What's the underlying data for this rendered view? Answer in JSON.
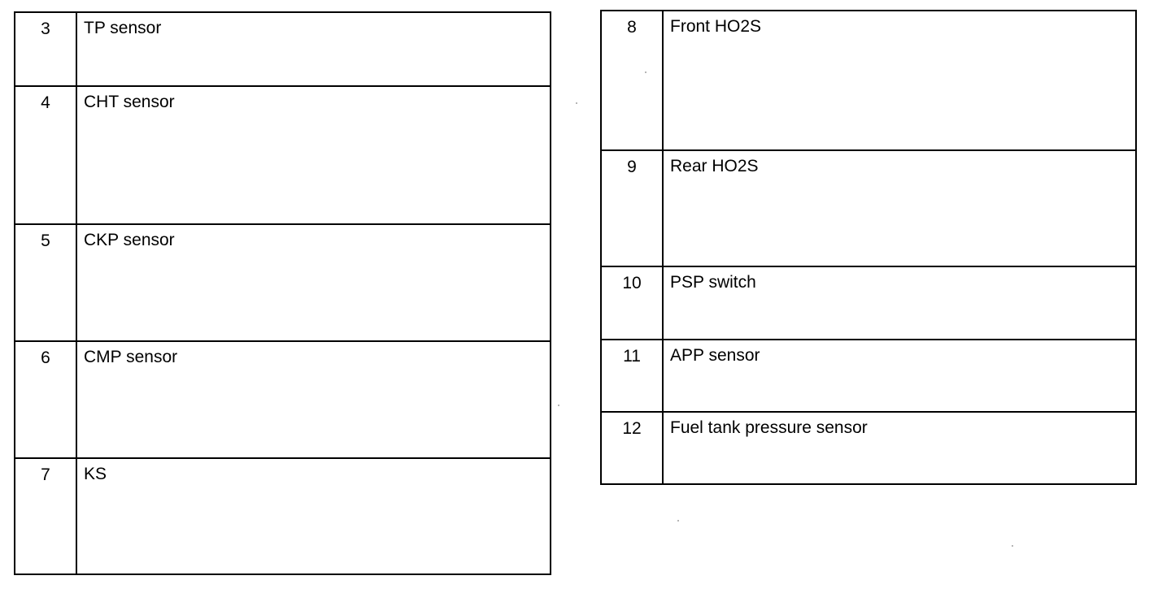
{
  "left_table": {
    "rows": [
      {
        "number": "3",
        "label": "TP sensor"
      },
      {
        "number": "4",
        "label": "CHT sensor"
      },
      {
        "number": "5",
        "label": "CKP sensor"
      },
      {
        "number": "6",
        "label": "CMP sensor"
      },
      {
        "number": "7",
        "label": "KS"
      }
    ]
  },
  "right_table": {
    "rows": [
      {
        "number": "8",
        "label": "Front HO2S"
      },
      {
        "number": "9",
        "label": "Rear HO2S"
      },
      {
        "number": "10",
        "label": "PSP switch"
      },
      {
        "number": "11",
        "label": "APP sensor"
      },
      {
        "number": "12",
        "label": "Fuel tank pressure sensor"
      }
    ]
  }
}
